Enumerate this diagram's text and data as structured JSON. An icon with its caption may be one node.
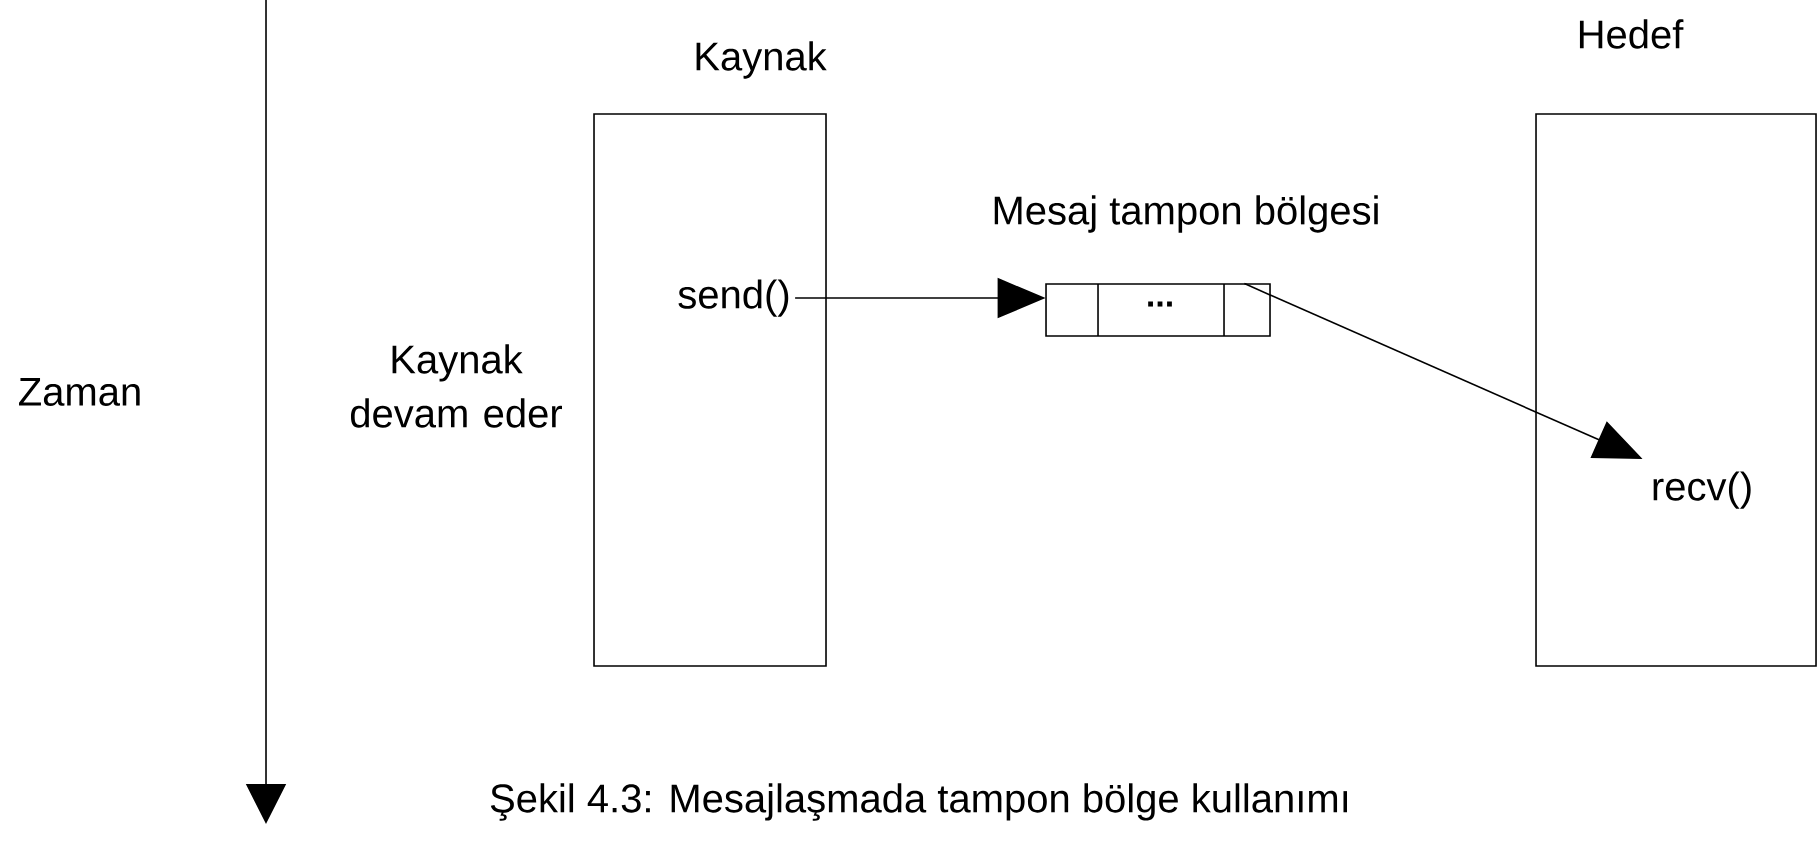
{
  "diagram": {
    "caption": "Şekil 4.3: Mesajlaşmada tampon bölge kullanımı",
    "nodes": [
      {
        "text": [
          "Kaynak"
        ]
      },
      {
        "text": [
          "send()"
        ],
        "in": 0
      },
      {
        "text": [
          "..."
        ],
        "beside": [
          "Mesaj tampon bölgesi"
        ]
      },
      {
        "text": [
          "Hedef"
        ]
      },
      {
        "text": [
          "recv()"
        ],
        "in": 3
      }
    ],
    "edges": [
      {
        "from": 1,
        "to": 2,
        "arrow": "to"
      },
      {
        "from": 2,
        "to": 4,
        "arrow": "to"
      }
    ],
    "labels": [
      "Zaman",
      "Kaynak devam eder"
    ]
  }
}
